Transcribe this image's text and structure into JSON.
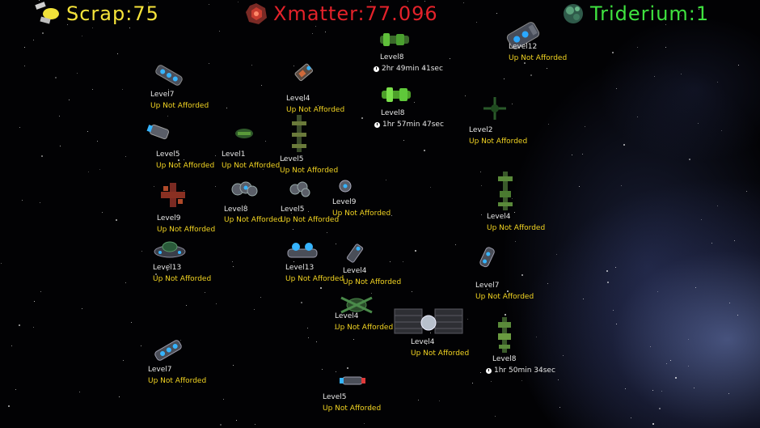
{
  "hud": {
    "scrap_label": "Scrap:75",
    "xmatter_label": "Xmatter:77.096",
    "triderium_label": "Triderium:1",
    "scrap_color": "#f6e33a",
    "xmatter_color": "#e3222a",
    "triderium_color": "#3fe23f"
  },
  "ships": [
    {
      "level": "Level7",
      "status": "Up Not Afforded"
    },
    {
      "level": "Level4",
      "status": "Up Not Afforded"
    },
    {
      "level": "Level8",
      "timer": "2hr 49min 41sec"
    },
    {
      "level": "Level12",
      "status": "Up Not Afforded"
    },
    {
      "level": "Level8",
      "timer": "1hr 57min 47sec"
    },
    {
      "level": "Level2",
      "status": "Up Not Afforded"
    },
    {
      "level": "Level5",
      "status": "Up Not Afforded"
    },
    {
      "level": "Level1",
      "status": "Up Not Afforded"
    },
    {
      "level": "Level5",
      "status": "Up Not Afforded"
    },
    {
      "level": "Level8",
      "status": "Up Not Afforded"
    },
    {
      "level": "Level5",
      "status": "Up Not Afforded"
    },
    {
      "level": "Level9",
      "status": "Up Not Afforded"
    },
    {
      "level": "Level9",
      "status": "Up Not Afforded"
    },
    {
      "level": "Level4",
      "status": "Up Not Afforded"
    },
    {
      "level": "Level13",
      "status": "Up Not Afforded"
    },
    {
      "level": "Level13",
      "status": "Up Not Afforded"
    },
    {
      "level": "Level4",
      "status": "Up Not Afforded"
    },
    {
      "level": "Level7",
      "status": "Up Not Afforded"
    },
    {
      "level": "Level4",
      "status": "Up Not Afforded"
    },
    {
      "level": "Level4",
      "status": "Up Not Afforded"
    },
    {
      "level": "Level8",
      "timer": "1hr 50min 34sec"
    },
    {
      "level": "Level7",
      "status": "Up Not Afforded"
    },
    {
      "level": "Level5",
      "status": "Up Not Afforded"
    }
  ]
}
